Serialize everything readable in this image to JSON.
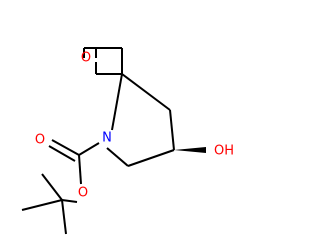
{
  "molecule": {
    "atoms": {
      "ring_oxygen": {
        "label": "O",
        "color": "#ff0000"
      },
      "ring_nitrogen": {
        "label": "N",
        "color": "#0000ff"
      },
      "carbonyl_oxygen": {
        "label": "O",
        "color": "#ff0000"
      },
      "ester_oxygen": {
        "label": "O",
        "color": "#ff0000"
      },
      "hydroxyl": {
        "label": "OH",
        "color": "#ff0000"
      }
    }
  }
}
